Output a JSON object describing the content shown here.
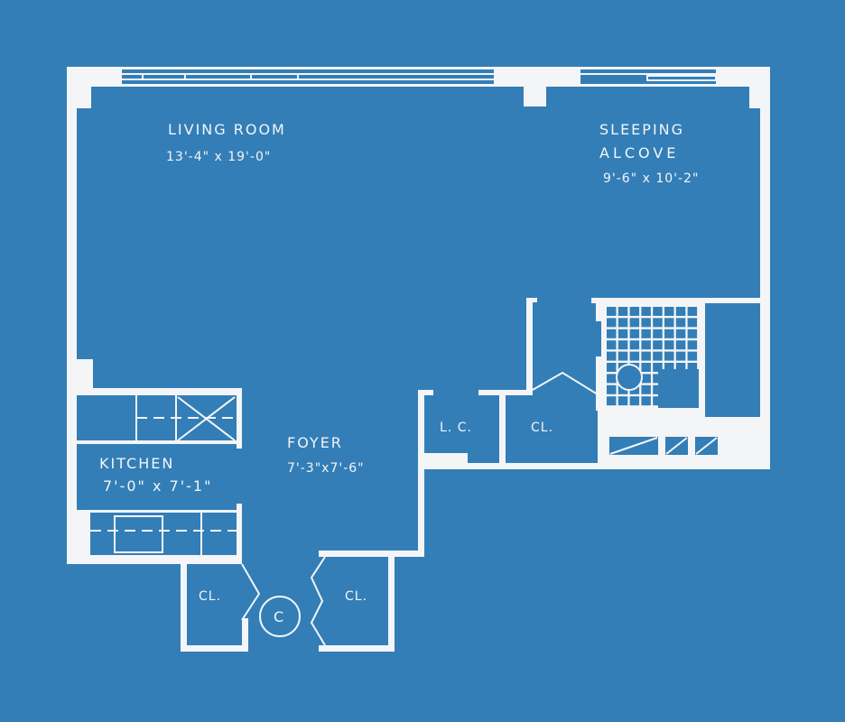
{
  "rooms": {
    "living_room": {
      "name": "LIVING ROOM",
      "dims": "13'-4\" x 19'-0\""
    },
    "sleeping_alcove": {
      "name_line1": "SLEEPING",
      "name_line2": "ALCOVE",
      "dims": "9'-6\" x 10'-2\""
    },
    "kitchen": {
      "name": "KITCHEN",
      "dims": "7'-0\" x 7'-1\""
    },
    "foyer": {
      "name": "FOYER",
      "dims": "7'-3\"x7'-6\""
    },
    "linen_closet": {
      "name": "L. C."
    },
    "closet_bath": {
      "name": "CL."
    },
    "closet_left": {
      "name": "CL."
    },
    "closet_right": {
      "name": "CL."
    },
    "compactor": {
      "name": "C"
    }
  },
  "colors": {
    "background": "#337eb7",
    "lines": "#f3f5f7"
  }
}
